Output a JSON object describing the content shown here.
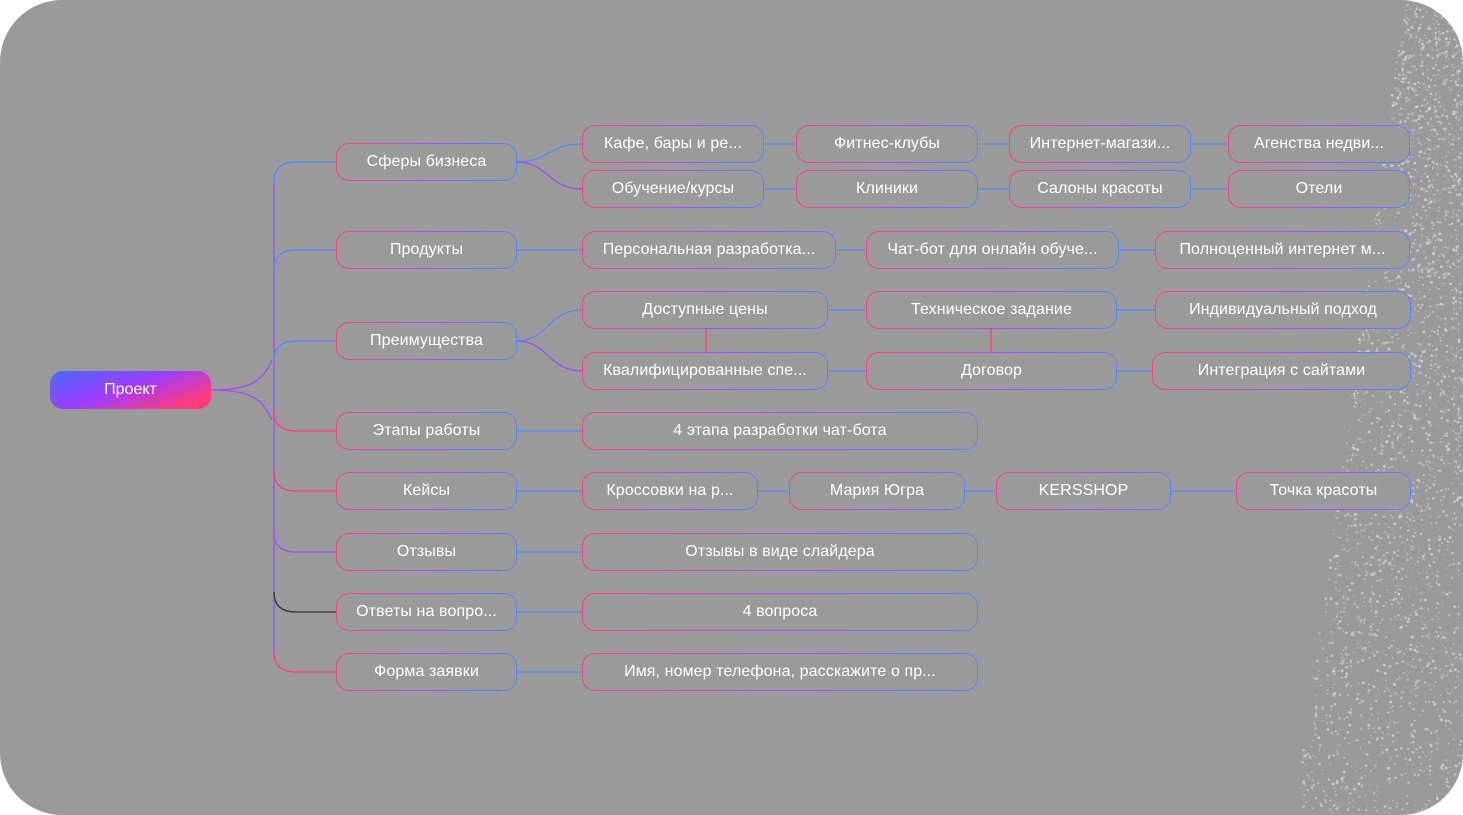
{
  "root": {
    "label": "Проект"
  },
  "colors": {
    "canvas": "#9a9a9a",
    "accent_pink": "#ff3c7d",
    "accent_purple": "#a14bff",
    "accent_blue": "#4a8cff"
  },
  "branches": [
    {
      "label": "Сферы бизнеса",
      "rows": [
        [
          "Кафе, бары и ре...",
          "Фитнес-клубы",
          "Интернет-магази...",
          "Агенства недви..."
        ],
        [
          "Обучение/курсы",
          "Клиники",
          "Салоны красоты",
          "Отели"
        ]
      ]
    },
    {
      "label": "Продукты",
      "rows": [
        [
          "Персональная разработка...",
          "Чат-бот для онлайн обуче...",
          "Полноценный интернет м..."
        ]
      ]
    },
    {
      "label": "Преимущества",
      "rows": [
        [
          "Доступные цены",
          "Техническое задание",
          "Индивидуальный подход"
        ],
        [
          "Квалифицированные спе...",
          "Договор",
          "Интеграция с сайтами"
        ]
      ]
    },
    {
      "label": "Этапы работы",
      "rows": [
        [
          "4 этапа разработки чат-бота"
        ]
      ]
    },
    {
      "label": "Кейсы",
      "rows": [
        [
          "Кроссовки на р...",
          "Мария Югра",
          "KERSSHOP",
          "Точка красоты"
        ]
      ]
    },
    {
      "label": "Отзывы",
      "rows": [
        [
          "Отзывы в виде слайдера"
        ]
      ]
    },
    {
      "label": "Ответы на вопро...",
      "rows": [
        [
          "4 вопроса"
        ]
      ]
    },
    {
      "label": "Форма заявки",
      "rows": [
        [
          "Имя, номер телефона, расскажите о пр..."
        ]
      ]
    }
  ]
}
